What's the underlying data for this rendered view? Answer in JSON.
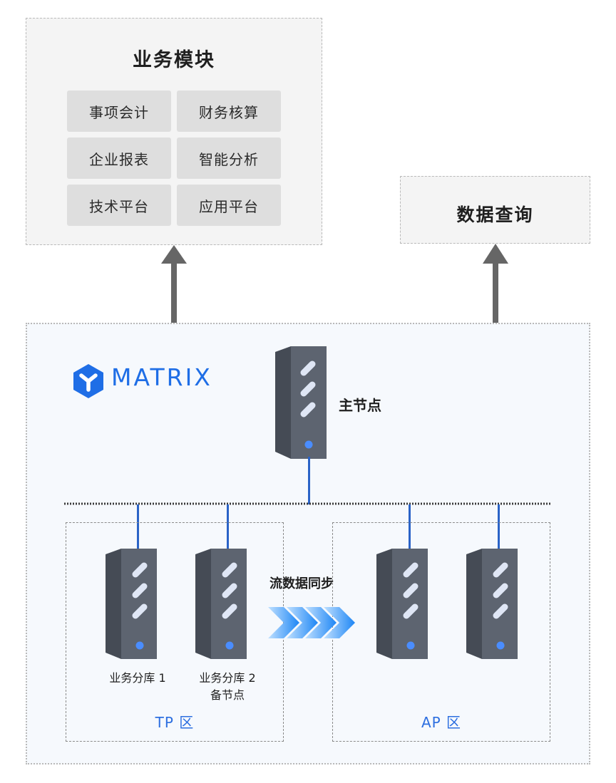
{
  "business_module": {
    "title": "业务模块",
    "items": [
      "事项会计",
      "财务核算",
      "企业报表",
      "智能分析",
      "技术平台",
      "应用平台"
    ]
  },
  "data_query": {
    "title": "数据查询"
  },
  "brand": {
    "name": "MATRIX",
    "color": "#1f6ee6"
  },
  "main_node": {
    "label": "主节点"
  },
  "tp_zone": {
    "label": "TP 区",
    "nodes": [
      {
        "label": "业务分库 1"
      },
      {
        "label": "业务分库 2",
        "sublabel": "备节点"
      }
    ]
  },
  "ap_zone": {
    "label": "AP 区"
  },
  "sync": {
    "label": "流数据同步"
  },
  "colors": {
    "server_body": "#5d6470",
    "server_side": "#454b55",
    "accent_blue": "#2d6fe0",
    "arrow_gray": "#666666"
  }
}
